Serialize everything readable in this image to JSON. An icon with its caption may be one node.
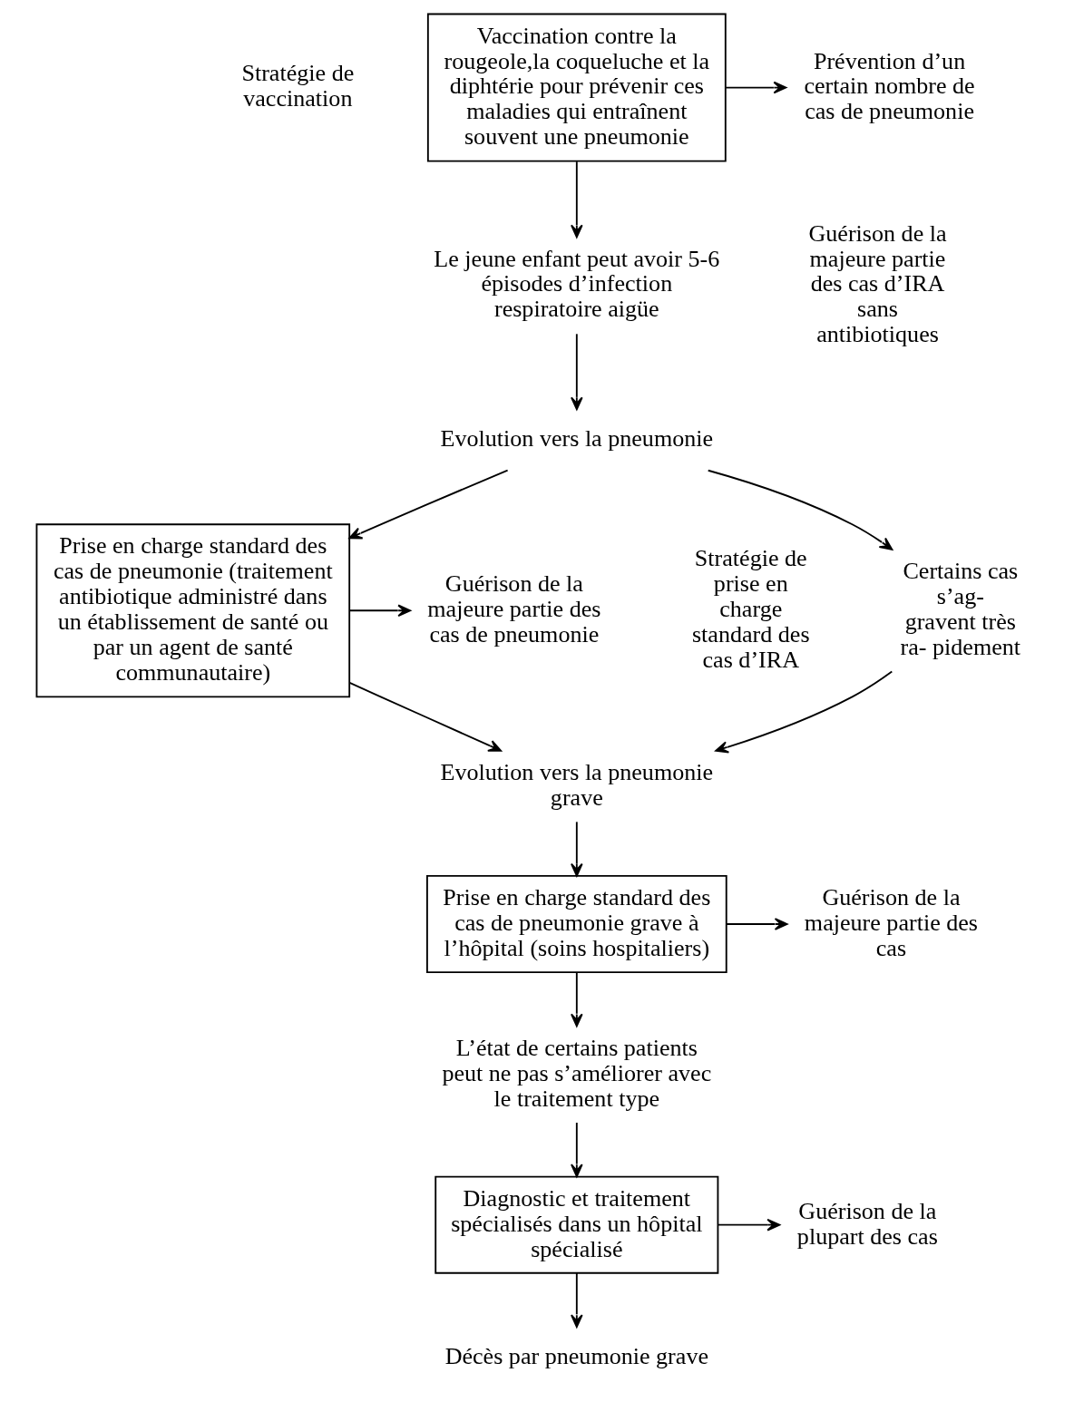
{
  "diagram": {
    "nodes": [
      {
        "text": [
          "Vaccination contre la rougeole,la coqueluche et la diphtérie pour prévenir ces maladies qui entraînent souvent une pneumonie"
        ]
      },
      {
        "text": [
          "Prévention d’un certain nombre de cas de pneumonie"
        ]
      },
      {
        "text": [
          "Le jeune enfant peut avoir 5-6 épisodes d’infection respiratoire aigüe"
        ]
      },
      {
        "text": [
          "Evolution vers la pneumonie"
        ]
      },
      {
        "text": [
          "Certains cas s’ag- gravent très ra- pidement"
        ]
      },
      {
        "text": [
          "Prise en charge standard des cas de pneumonie (traitement antibiotique administré dans un établissement de santé ou par un agent de santé communautaire)"
        ]
      },
      {
        "text": [
          "Guérison de la majeure partie des cas de pneumonie"
        ]
      },
      {
        "text": [
          "Evolution vers la pneumonie grave"
        ]
      },
      {
        "text": [
          "Prise en charge standard des cas de pneumonie grave à l’hôpital (soins hospitaliers)"
        ]
      },
      {
        "text": [
          "Guérison de la majeure partie des cas"
        ]
      },
      {
        "text": [
          "L’état de certains patients peut ne pas s’améliorer avec le traitement type"
        ]
      },
      {
        "text": [
          "Diagnostic et traitement spécialisés dans un hôpital spécialisé"
        ]
      },
      {
        "text": [
          "Guérison de la plupart des cas"
        ]
      },
      {
        "text": [
          "Décès par pneumonie grave"
        ]
      }
    ],
    "edges": [
      {
        "from": 0,
        "to": 1,
        "arrow": "to"
      },
      {
        "from": 0,
        "to": 2,
        "arrow": "to"
      },
      {
        "from": 2,
        "to": 3,
        "arrow": "to"
      },
      {
        "from": 3,
        "to": 4,
        "arrow": "to"
      },
      {
        "from": 3,
        "to": 5,
        "arrow": "to"
      },
      {
        "from": 4,
        "to": 7,
        "arrow": "to"
      },
      {
        "from": 5,
        "to": 6,
        "arrow": "to"
      },
      {
        "from": 5,
        "to": 7,
        "arrow": "to"
      },
      {
        "from": 7,
        "to": 8,
        "arrow": "to"
      },
      {
        "from": 8,
        "to": 9,
        "arrow": "to"
      },
      {
        "from": 8,
        "to": 10,
        "arrow": "to"
      },
      {
        "from": 10,
        "to": 11,
        "arrow": "to"
      },
      {
        "from": 11,
        "to": 12,
        "arrow": "to"
      },
      {
        "from": 11,
        "to": 13,
        "arrow": "to"
      }
    ],
    "labels": [
      "Stratégie de vaccination",
      "Guérison de la majeure partie des cas d’IRA sans antibiotiques",
      "Stratégie de prise en charge standard des cas d’IRA"
    ]
  }
}
